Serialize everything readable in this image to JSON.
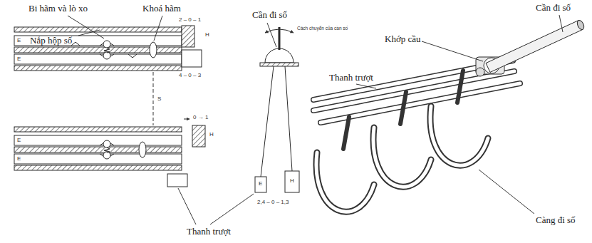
{
  "diagram": {
    "labels": [
      "Bi hãm và lò xo",
      "Khoá hãm",
      "Cần đi số",
      "Nắp hộp số",
      "Thanh trượt",
      "Cần đi số",
      "Khớp cầu",
      "Thanh trượt",
      "Càng đi số",
      "2 – 0 – 1",
      "4 – 0 – 3",
      "0 → 1",
      "2,4 – 0 – 1,3",
      "Cách chuyển của cần số",
      "E",
      "E",
      "E",
      "E",
      "E",
      "H",
      "H",
      "H",
      "S"
    ]
  }
}
